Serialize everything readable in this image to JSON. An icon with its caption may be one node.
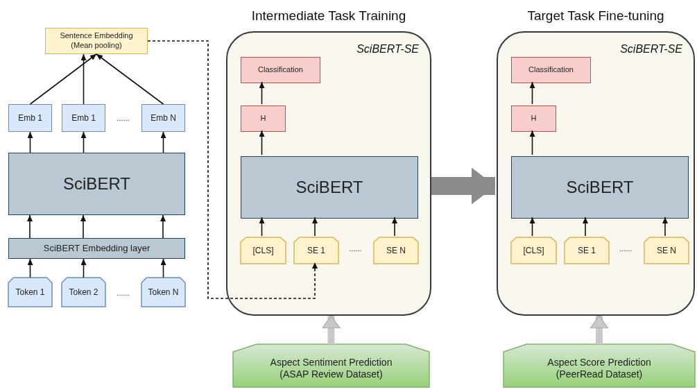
{
  "diagram": {
    "nodes": [
      {
        "text": [
          "Sentence Embedding (Mean pooling)"
        ]
      },
      {
        "text": [
          "Emb 1"
        ]
      },
      {
        "text": [
          "Emb 1"
        ]
      },
      {
        "text": [
          "Emb N"
        ]
      },
      {
        "text": [
          "SciBERT"
        ]
      },
      {
        "text": [
          "SciBERT Embedding layer"
        ]
      },
      {
        "text": [
          "Token 1"
        ]
      },
      {
        "text": [
          "Token 2"
        ]
      },
      {
        "text": [
          "Token N"
        ]
      },
      {
        "text": [
          "Intermediate Task Training",
          "SciBERT-SE"
        ]
      },
      {
        "text": [
          "Classification"
        ],
        "in": 9
      },
      {
        "text": [
          "H"
        ],
        "in": 9
      },
      {
        "text": [
          "SciBERT"
        ],
        "in": 9
      },
      {
        "text": [
          "[CLS]"
        ],
        "in": 9
      },
      {
        "text": [
          "SE 1"
        ],
        "in": 9
      },
      {
        "text": [
          "SE N"
        ],
        "in": 9
      },
      {
        "text": [
          "Target Task Fine-tuning",
          "SciBERT-SE"
        ]
      },
      {
        "text": [
          "Classification"
        ],
        "in": 16
      },
      {
        "text": [
          "H"
        ],
        "in": 16
      },
      {
        "text": [
          "SciBERT"
        ],
        "in": 16
      },
      {
        "text": [
          "[CLS]"
        ],
        "in": 16
      },
      {
        "text": [
          "SE 1"
        ],
        "in": 16
      },
      {
        "text": [
          "SE N"
        ],
        "in": 16
      },
      {
        "text": [
          "Aspect Sentiment Prediction (ASAP Review Dataset)"
        ]
      },
      {
        "text": [
          "Aspect Score Prediction (PeerRead Dataset)"
        ]
      }
    ],
    "edges": [
      {
        "from": 1,
        "to": 0,
        "arrow": "to"
      },
      {
        "from": 2,
        "to": 0,
        "arrow": "to"
      },
      {
        "from": 3,
        "to": 0,
        "arrow": "to"
      },
      {
        "from": 4,
        "to": 1,
        "arrow": "to"
      },
      {
        "from": 4,
        "to": 2,
        "arrow": "to"
      },
      {
        "from": 4,
        "to": 3,
        "arrow": "to"
      },
      {
        "from": 5,
        "to": 4,
        "arrow": "to"
      },
      {
        "from": 5,
        "to": 4,
        "arrow": "to"
      },
      {
        "from": 5,
        "to": 4,
        "arrow": "to"
      },
      {
        "from": 6,
        "to": 5,
        "arrow": "to"
      },
      {
        "from": 7,
        "to": 5,
        "arrow": "to"
      },
      {
        "from": 8,
        "to": 5,
        "arrow": "to"
      },
      {
        "from": 0,
        "to": 14,
        "arrow": "to",
        "style": "dashed"
      },
      {
        "from": 11,
        "to": 10,
        "arrow": "to"
      },
      {
        "from": 12,
        "to": 11,
        "arrow": "to"
      },
      {
        "from": 13,
        "to": 12,
        "arrow": "to"
      },
      {
        "from": 14,
        "to": 12,
        "arrow": "to"
      },
      {
        "from": 15,
        "to": 12,
        "arrow": "to"
      },
      {
        "from": 18,
        "to": 17,
        "arrow": "to"
      },
      {
        "from": 19,
        "to": 18,
        "arrow": "to"
      },
      {
        "from": 20,
        "to": 19,
        "arrow": "to"
      },
      {
        "from": 21,
        "to": 19,
        "arrow": "to"
      },
      {
        "from": 22,
        "to": 19,
        "arrow": "to"
      },
      {
        "from": 9,
        "to": 16,
        "arrow": "to",
        "style": "thick",
        "color": "#8c8c8c"
      },
      {
        "from": 23,
        "to": 9,
        "arrow": "to",
        "style": "thick",
        "color": "#c8c8c8"
      },
      {
        "from": 24,
        "to": 16,
        "arrow": "to",
        "style": "thick",
        "color": "#c8c8c8"
      }
    ],
    "labels": [
      "......",
      "......",
      "......",
      "......"
    ]
  }
}
